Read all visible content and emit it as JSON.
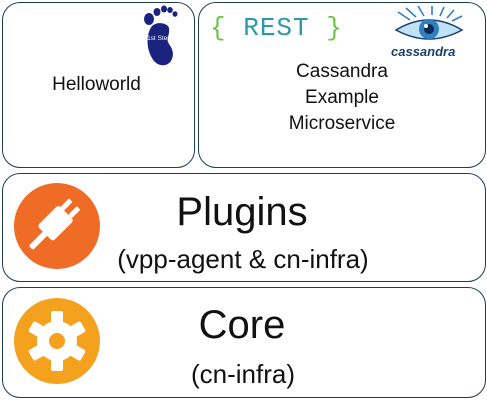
{
  "tiles": {
    "helloworld": {
      "label": "Helloworld",
      "badge_text": "1st Step"
    },
    "cassandra": {
      "logo_rest": "REST",
      "logo_cassandra": "cassandra",
      "lines": [
        "Cassandra",
        "Example",
        "Microservice"
      ]
    }
  },
  "layers": {
    "plugins": {
      "title": "Plugins",
      "subtitle": "(vpp-agent & cn-infra)",
      "icon": "plug-icon"
    },
    "core": {
      "title": "Core",
      "subtitle": "(cn-infra)",
      "icon": "gear-icon"
    }
  },
  "colors": {
    "plugins_icon": "#ef6c26",
    "core_icon": "#f4a11d",
    "footprint": "#1a237e",
    "border": "#1f3b5a"
  }
}
